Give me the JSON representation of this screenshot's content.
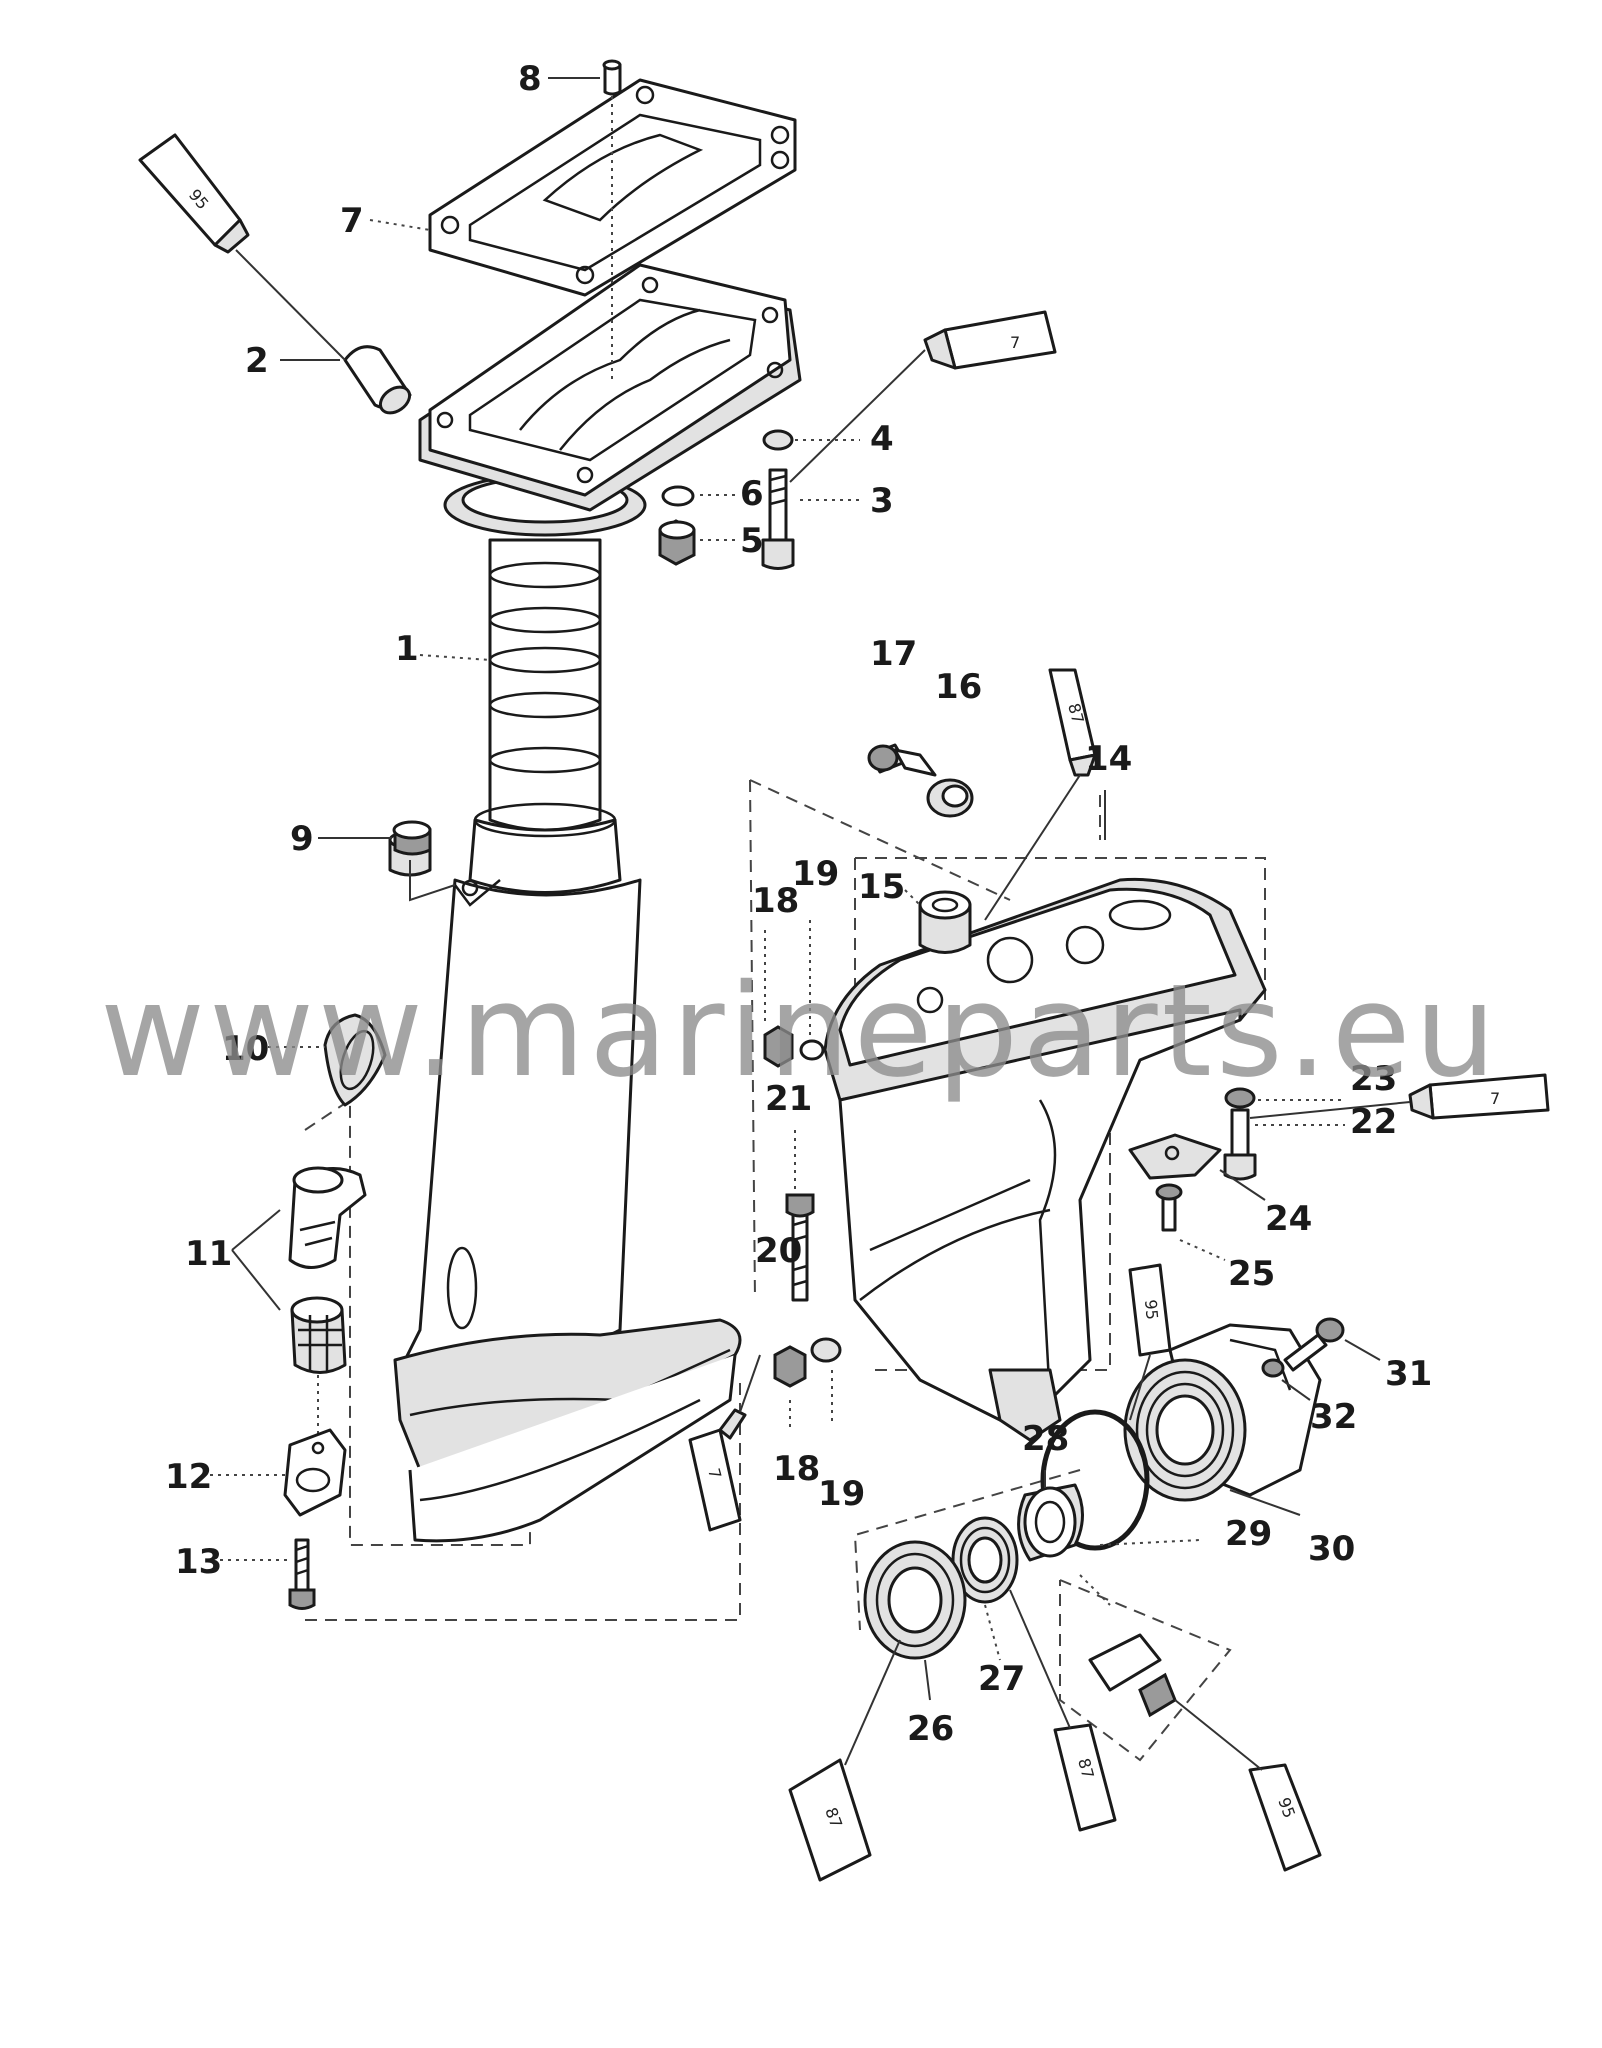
{
  "watermark": "www.marineparts.eu",
  "callouts": [
    "1",
    "2",
    "3",
    "4",
    "5",
    "6",
    "7",
    "8",
    "9",
    "10",
    "11",
    "12",
    "13",
    "14",
    "15",
    "16",
    "17",
    "18",
    "18",
    "19",
    "19",
    "20",
    "21",
    "22",
    "23",
    "24",
    "25",
    "26",
    "27",
    "28",
    "29",
    "30",
    "31",
    "32"
  ],
  "tube_labels": [
    "95",
    "7",
    "87",
    "7",
    "7",
    "95",
    "87",
    "87",
    "95"
  ]
}
